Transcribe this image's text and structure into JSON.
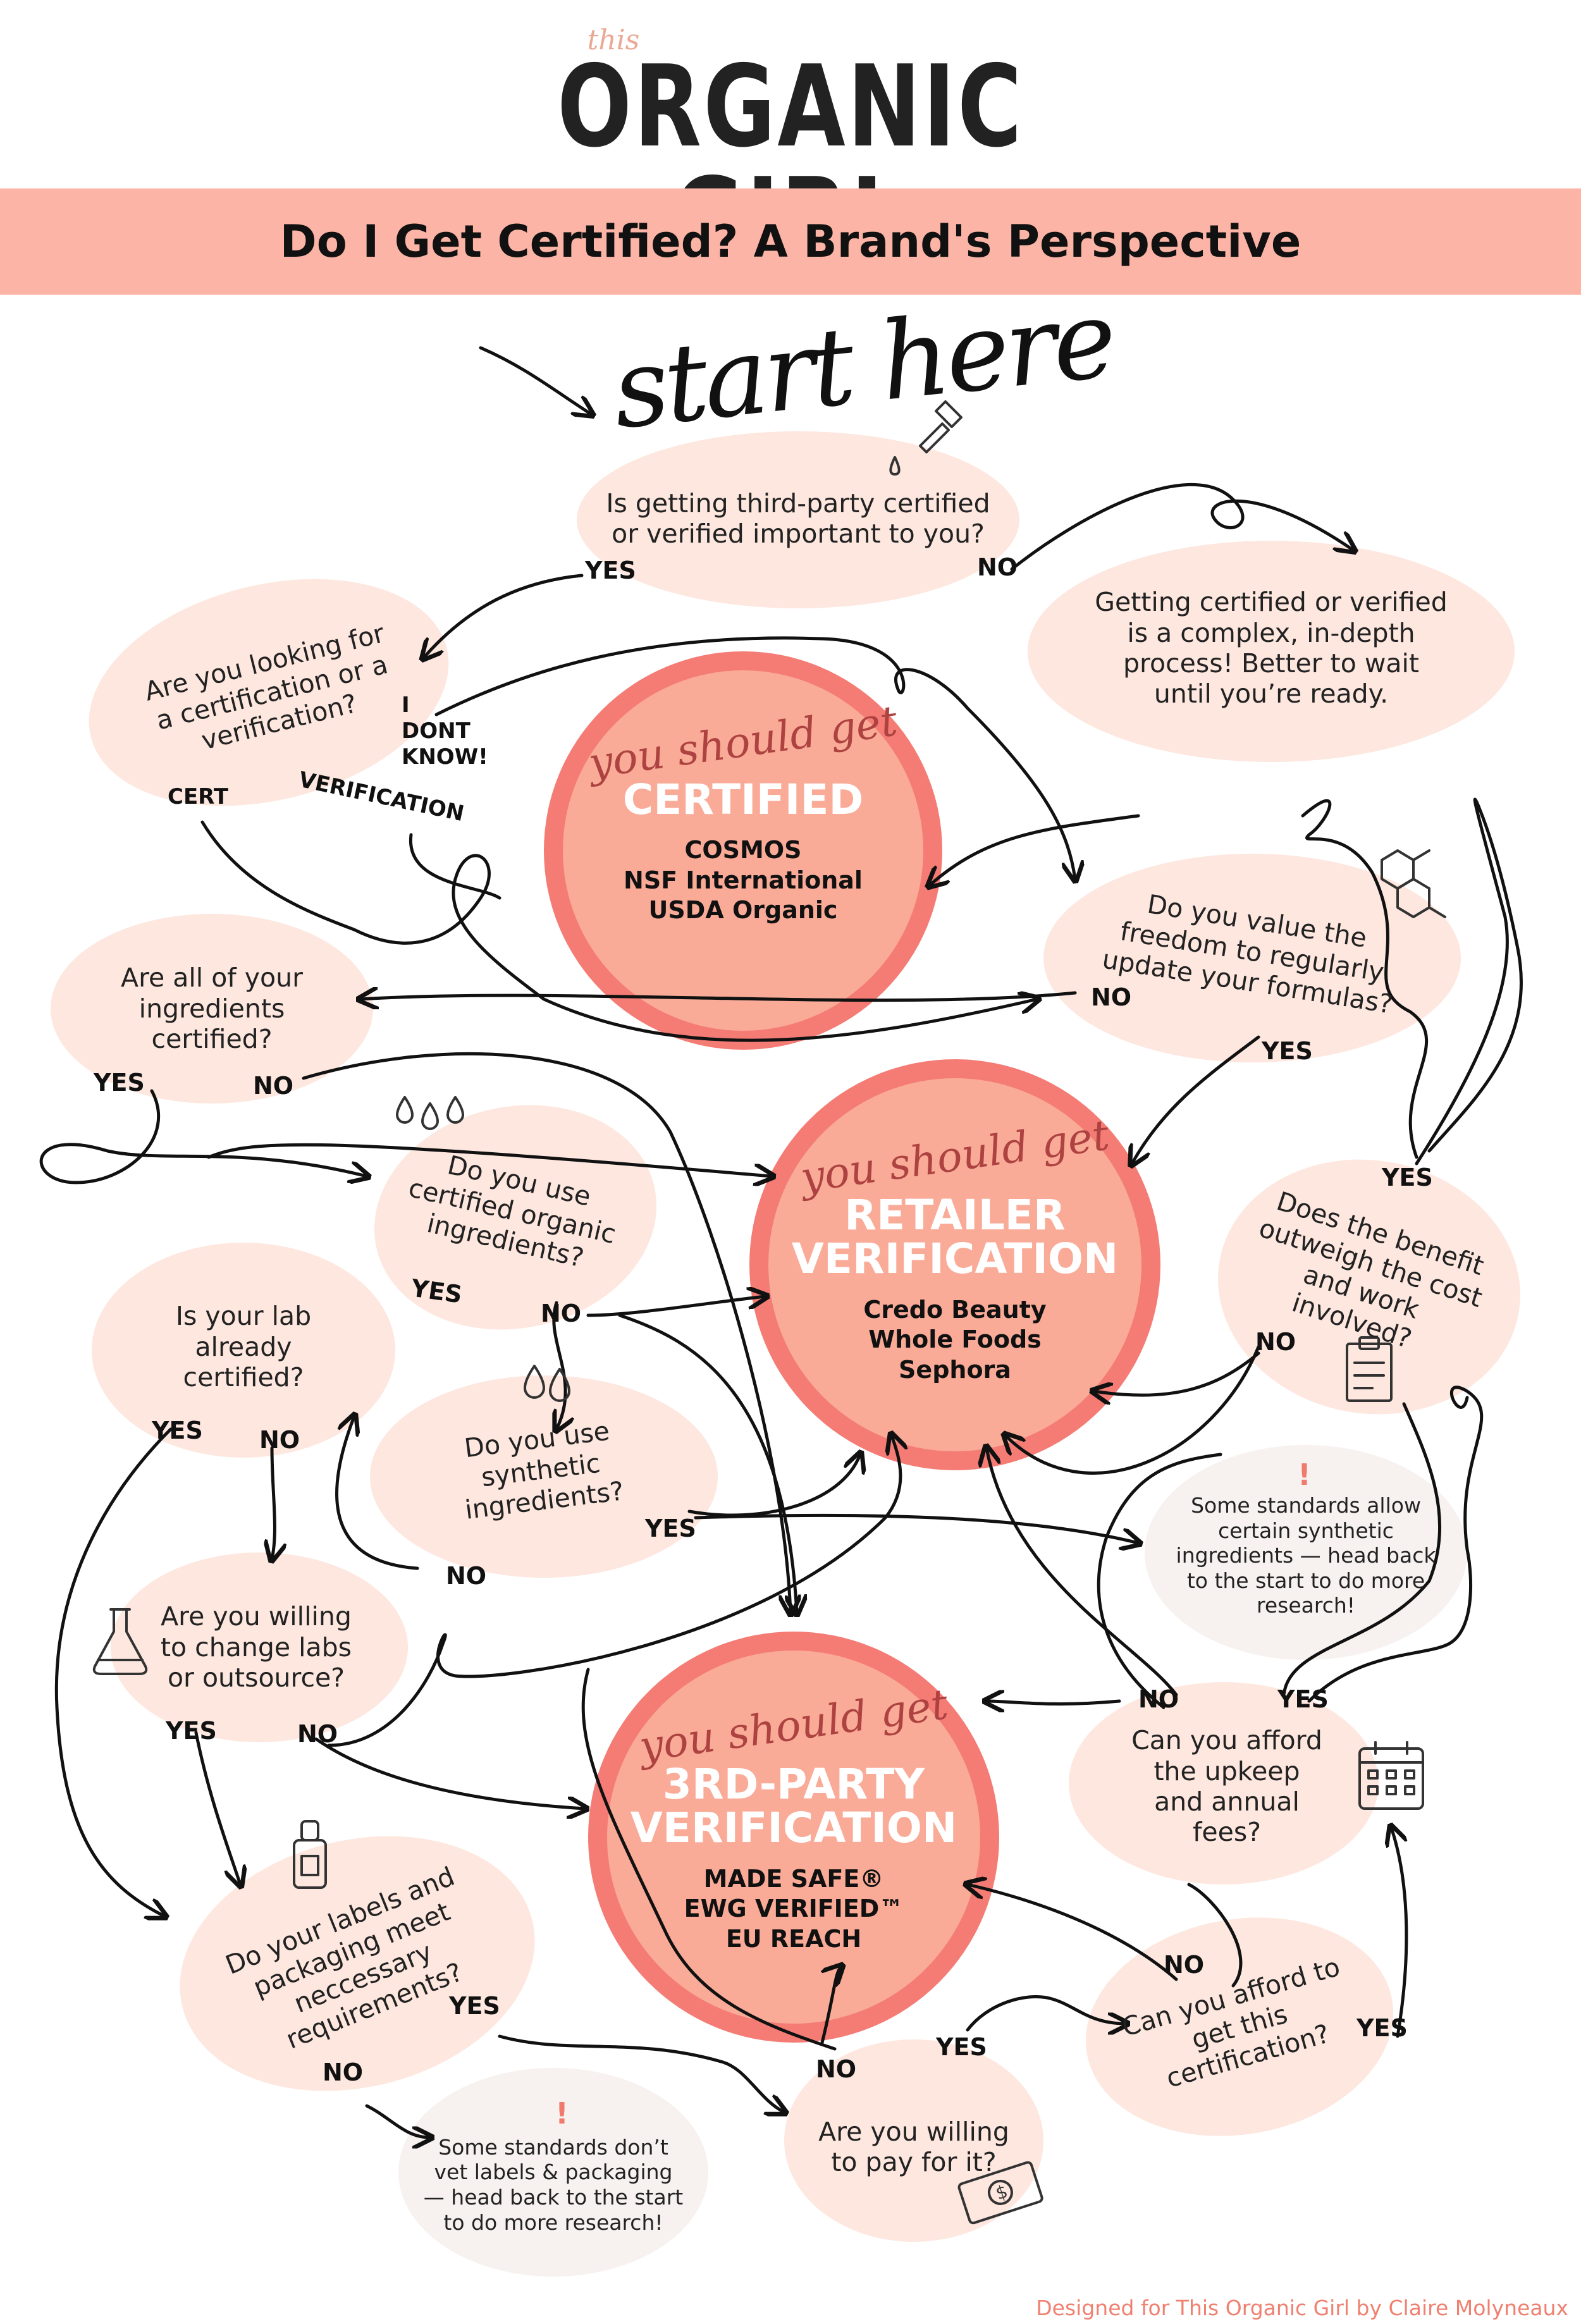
{
  "brand": {
    "small": "this",
    "main": "ORGANIC GIRL"
  },
  "banner_title": "Do I Get Certified? A Brand's Perspective",
  "start_label": "start here",
  "questions": {
    "q_important": "Is getting third-party certified or verified important to you?",
    "q_wait": "Getting certified or verified is a complex, in-depth process! Better to wait until you’re ready.",
    "q_cert_or_ver": "Are you looking for a certification or a verification?",
    "q_freedom": "Do you value the freedom to regularly update your formulas?",
    "q_all_certified": "Are all of your ingredients certified?",
    "q_organic": "Do you use certified organic ingredients?",
    "q_benefit": "Does the benefit outweigh the cost and work involved?",
    "q_lab": "Is your lab already certified?",
    "q_synthetic": "Do you use synthetic ingredients?",
    "q_change_labs": "Are you willing to change labs or outsource?",
    "q_upkeep": "Can you afford the upkeep and annual fees?",
    "q_labels": "Do your labels and packaging meet neccessary requirements?",
    "q_afford_cert": "Can you afford to get this certification?",
    "q_pay": "Are you willing to pay for it?"
  },
  "notes": {
    "synthetic_note": "Some standards allow certain synthetic ingredients — head back to the start to do more research!",
    "labels_note": "Some standards don’t vet labels & packaging — head back to the start to do more research!",
    "bang": "!"
  },
  "labels": {
    "yes": "YES",
    "no": "NO",
    "dont_know": "I DONT KNOW!",
    "cert": "CERT",
    "verification": "VERIFICATION"
  },
  "results": {
    "certified": {
      "script": "you should get",
      "title": "CERTIFIED",
      "items": [
        "COSMOS",
        "NSF International",
        "USDA Organic"
      ]
    },
    "retailer": {
      "script": "you should get",
      "title": "RETAILER VERIFICATION",
      "title_l1": "RETAILER",
      "title_l2": "VERIFICATION",
      "items": [
        "Credo Beauty",
        "Whole Foods",
        "Sephora"
      ]
    },
    "third_party": {
      "script": "you should get",
      "title_l1": "3RD-PARTY",
      "title_l2": "VERIFICATION",
      "items": [
        "MADE SAFE®",
        "EWG VERIFIED™",
        "EU REACH"
      ]
    }
  },
  "credit": "Designed for This Organic Girl by Claire Molyneaux",
  "colors": {
    "banner": "#fbb4a5",
    "bubble": "#fde7df",
    "note_bubble": "#f7f1ef",
    "result_ring": "#f47c75",
    "result_fill": "#f9ab98",
    "accent": "#f07a6e"
  },
  "icons": [
    "dropper-icon",
    "molecule-icon",
    "water-drops-icon",
    "clipboard-icon",
    "flask-icon",
    "serum-bottle-icon",
    "calendar-icon",
    "money-icon"
  ]
}
